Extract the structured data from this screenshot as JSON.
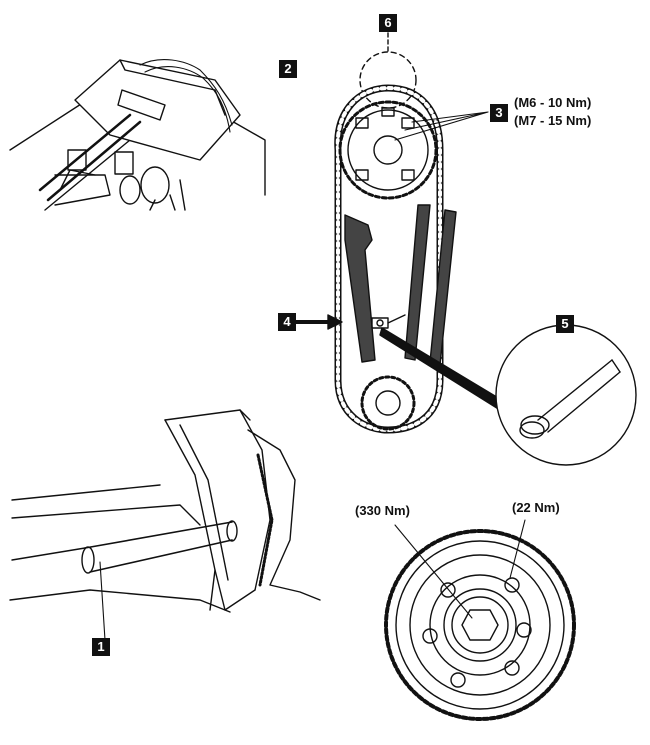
{
  "callouts": {
    "c1": "1",
    "c2": "2",
    "c3": "3",
    "c4": "4",
    "c5": "5",
    "c6": "6"
  },
  "torque": {
    "m6": "(M6 - 10 Nm)",
    "m7": "(M7 - 15 Nm)",
    "crank": "(330 Nm)",
    "flywheel": "(22 Nm)"
  }
}
